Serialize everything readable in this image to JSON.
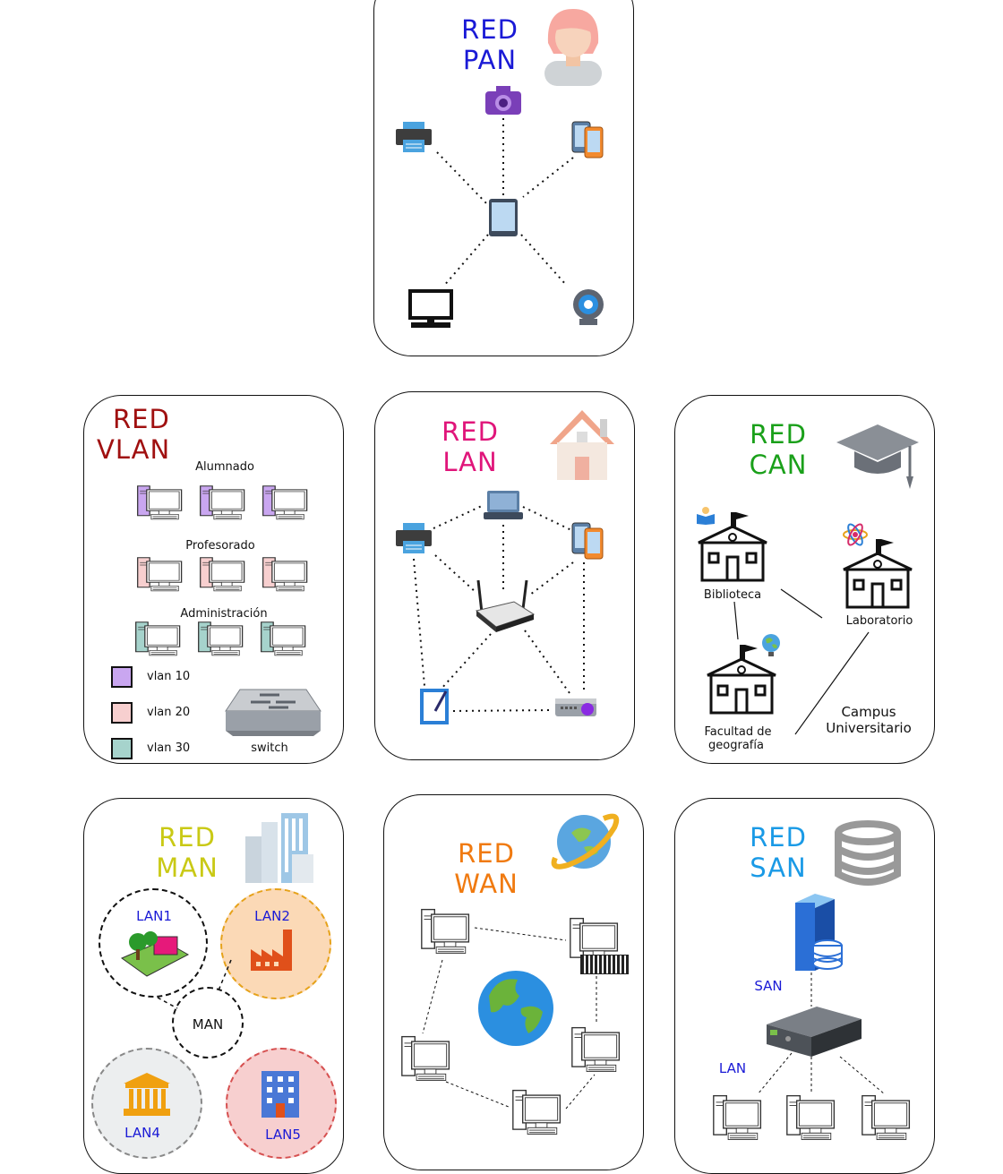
{
  "pan": {
    "title_line1": "RED",
    "title_line2": "PAN",
    "color": "#1a1ad6"
  },
  "vlan": {
    "title_line1": "RED",
    "title_line2": "VLAN",
    "color": "#a01010",
    "group_alumnado": "Alumnado",
    "group_profesorado": "Profesorado",
    "group_administracion": "Administración",
    "legend": [
      {
        "label": "vlan 10",
        "color": "#c9a6f0"
      },
      {
        "label": "vlan 20",
        "color": "#f7cfcf"
      },
      {
        "label": "vlan 30",
        "color": "#a6d3cc"
      }
    ],
    "switch_label": "switch"
  },
  "lan": {
    "title_line1": "RED",
    "title_line2": "LAN",
    "color": "#e0157a"
  },
  "can": {
    "title_line1": "RED",
    "title_line2": "CAN",
    "color": "#1aa01a",
    "biblioteca": "Biblioteca",
    "laboratorio": "Laboratorio",
    "facultad_line1": "Facultad de",
    "facultad_line2": "geografía",
    "campus_line1": "Campus",
    "campus_line2": "Universitario"
  },
  "man": {
    "title_line1": "RED",
    "title_line2": "MAN",
    "color": "#c9c915",
    "lan1": "LAN1",
    "lan2": "LAN2",
    "center": "MAN",
    "lan4": "LAN4",
    "lan5": "LAN5"
  },
  "wan": {
    "title_line1": "RED",
    "title_line2": "WAN",
    "color": "#f07a10"
  },
  "san": {
    "title_line1": "RED",
    "title_line2": "SAN",
    "color": "#1a9ae6",
    "san_label": "SAN",
    "lan_label": "LAN"
  }
}
